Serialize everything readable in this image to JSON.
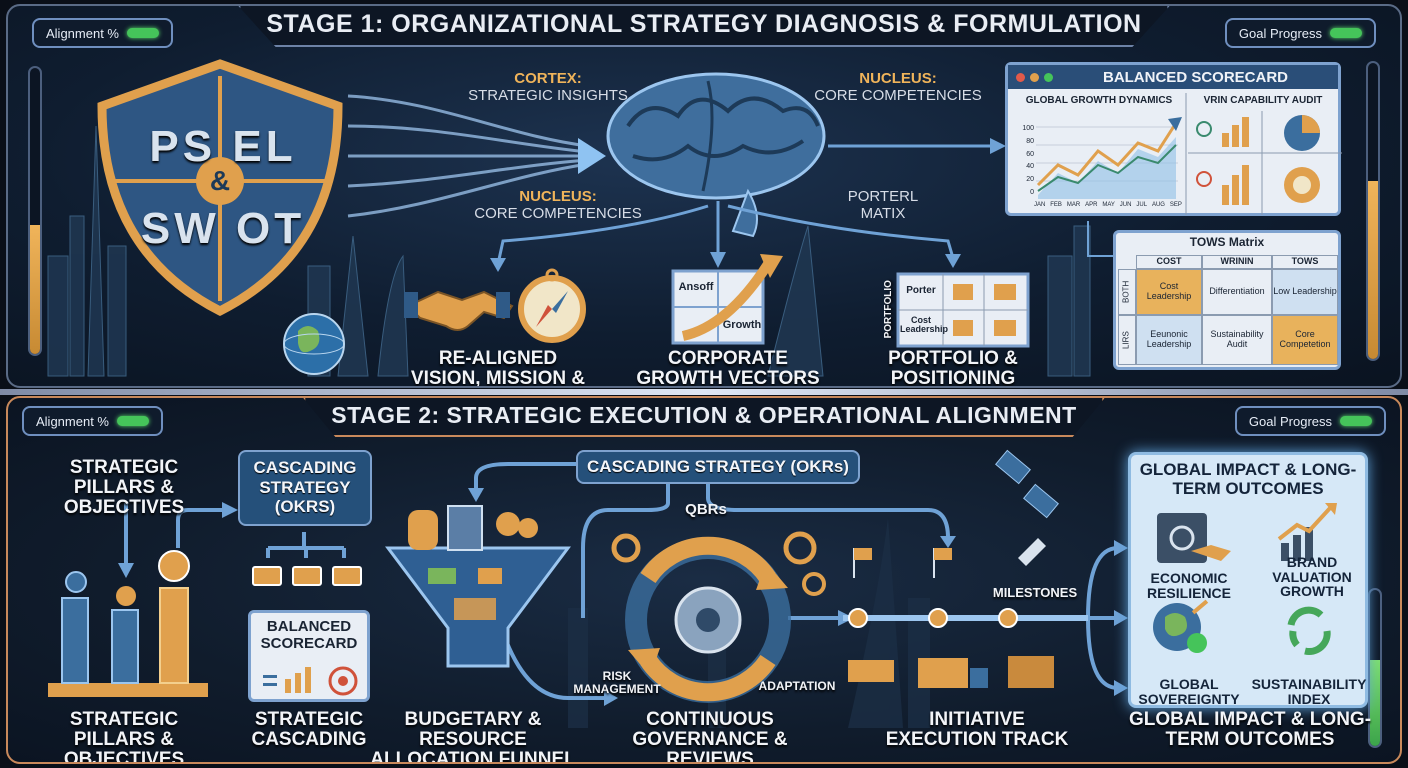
{
  "stage1": {
    "title": "STAGE 1: ORGANIZATIONAL STRATEGY DIAGNOSIS & FORMULATION",
    "alignment_label": "Alignment %",
    "goal_label": "Goal Progress",
    "shield": {
      "line1": "PS EL",
      "amp": "&",
      "line2": "SW OT"
    },
    "brain_notes": {
      "cortex_title": "CORTEX:",
      "cortex_text": "STRATEGIC INSIGHTS",
      "nucleus_top_title": "NUCLEUS:",
      "nucleus_top_text": "CORE COMPETENCIES",
      "nucleus_left_title": "NUCLEUS:",
      "nucleus_left_text": "CORE COMPETENCIES",
      "porter_text": "PORTERL MATIX"
    },
    "outputs": [
      {
        "label": "RE-ALIGNED VISION, MISSION & VALUES"
      },
      {
        "label": "CORPORATE GROWTH VECTORS"
      },
      {
        "label": "PORTFOLIO & POSITIONING CHOICE"
      }
    ],
    "ansoff": {
      "top": "Ansoff",
      "bottom": "Growth"
    },
    "portfolio": {
      "side": "PORTFOLIO",
      "row1": "Porter",
      "row2": "Cost Leadership"
    },
    "scorecard": {
      "title": "BALANCED SCORECARD",
      "left_title": "GLOBAL GROWTH DYNAMICS",
      "right_title": "VRIN CAPABILITY AUDIT",
      "y_ticks": [
        "100",
        "80",
        "60",
        "40",
        "20",
        "0"
      ],
      "x_ticks": [
        "JAN",
        "FEB",
        "MAR",
        "APR",
        "MAY",
        "JUN",
        "JUL",
        "AUG",
        "SEP"
      ]
    },
    "tows": {
      "title": "TOWS Matrix",
      "headers": [
        "COST",
        "WRININ",
        "TOWS"
      ],
      "rows": [
        {
          "side": "BOTH",
          "cells": [
            "Cost Leadership",
            "Differentiation",
            "Low Leadership"
          ]
        },
        {
          "side": "LIRS",
          "cells": [
            "Eeunonic Leadership",
            "Sustainability Audit",
            "Core Competetion"
          ]
        }
      ]
    },
    "colors": {
      "accent": "#f0b45a",
      "panel_border": "#7ea2cf",
      "gauge_green": "#45c45a"
    }
  },
  "stage2": {
    "title": "STAGE 2: STRATEGIC EXECUTION & OPERATIONAL ALIGNMENT",
    "alignment_label": "Alignment %",
    "goal_label": "Goal Progress",
    "pillars_top": "STRATEGIC PILLARS & OBJECTIVES",
    "pillars_bottom": "STRATEGIC PILLARS & OBJECTIVES",
    "cascade_box": "CASCADING STRATEGY (OKRs)",
    "balanced_box": "BALANCED SCORECARD",
    "cascading_label": "STRATEGIC CASCADING",
    "okr_banner": "CASCADING STRATEGY (OKRs)",
    "funnel_label": "BUDGETARY & RESOURCE ALLOCATION FUNNEL",
    "qbrs": "QBRs",
    "risk": "RISK MANAGEMENT",
    "adaptation": "ADAPTATION",
    "governance_label": "CONTINUOUS GOVERNANCE & REVIEWS",
    "milestones": "MILESTONES",
    "execution_label": "INITIATIVE EXECUTION TRACK",
    "impact": {
      "title": "GLOBAL IMPACT & LONG-TERM OUTCOMES",
      "items": [
        "ECONOMIC RESILIENCE",
        "BRAND VALUATION GROWTH",
        "GLOBAL SOVEREIGNTY",
        "SUSTAINABILITY INDEX"
      ],
      "footer": "GLOBAL IMPACT & LONG-TERM OUTCOMES"
    }
  }
}
